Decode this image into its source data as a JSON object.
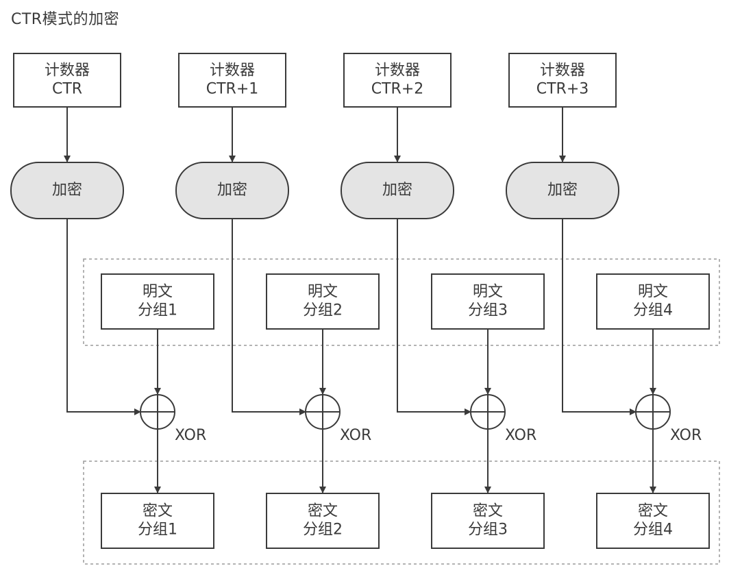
{
  "title": "CTR模式的加密",
  "columns": [
    {
      "counter": [
        "计数器",
        "CTR"
      ],
      "encrypt": "加密",
      "plaintext": [
        "明文",
        "分组1"
      ],
      "xor": "XOR",
      "ciphertext": [
        "密文",
        "分组1"
      ]
    },
    {
      "counter": [
        "计数器",
        "CTR+1"
      ],
      "encrypt": "加密",
      "plaintext": [
        "明文",
        "分组2"
      ],
      "xor": "XOR",
      "ciphertext": [
        "密文",
        "分组2"
      ]
    },
    {
      "counter": [
        "计数器",
        "CTR+2"
      ],
      "encrypt": "加密",
      "plaintext": [
        "明文",
        "分组3"
      ],
      "xor": "XOR",
      "ciphertext": [
        "密文",
        "分组3"
      ]
    },
    {
      "counter": [
        "计数器",
        "CTR+3"
      ],
      "encrypt": "加密",
      "plaintext": [
        "明文",
        "分组4"
      ],
      "xor": "XOR",
      "ciphertext": [
        "密文",
        "分组4"
      ]
    }
  ],
  "colors": {
    "stroke": "#3a3a3a",
    "encrypt_fill": "#e4e4e4",
    "group_border": "#9a9a9a"
  }
}
